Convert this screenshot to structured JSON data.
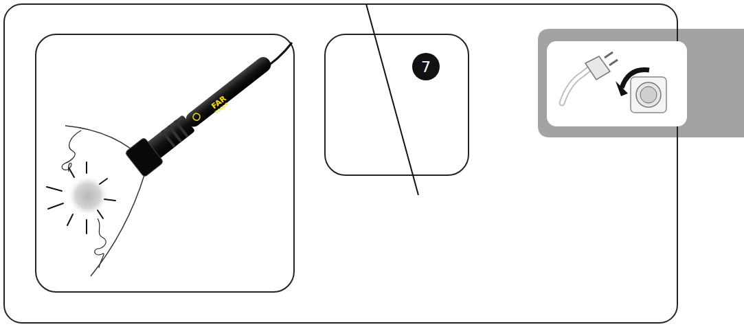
{
  "diagram": {
    "nodes": [
      {
        "text": [
          "7"
        ]
      }
    ],
    "labels": [
      "FAR",
      "TOOLS"
    ]
  }
}
